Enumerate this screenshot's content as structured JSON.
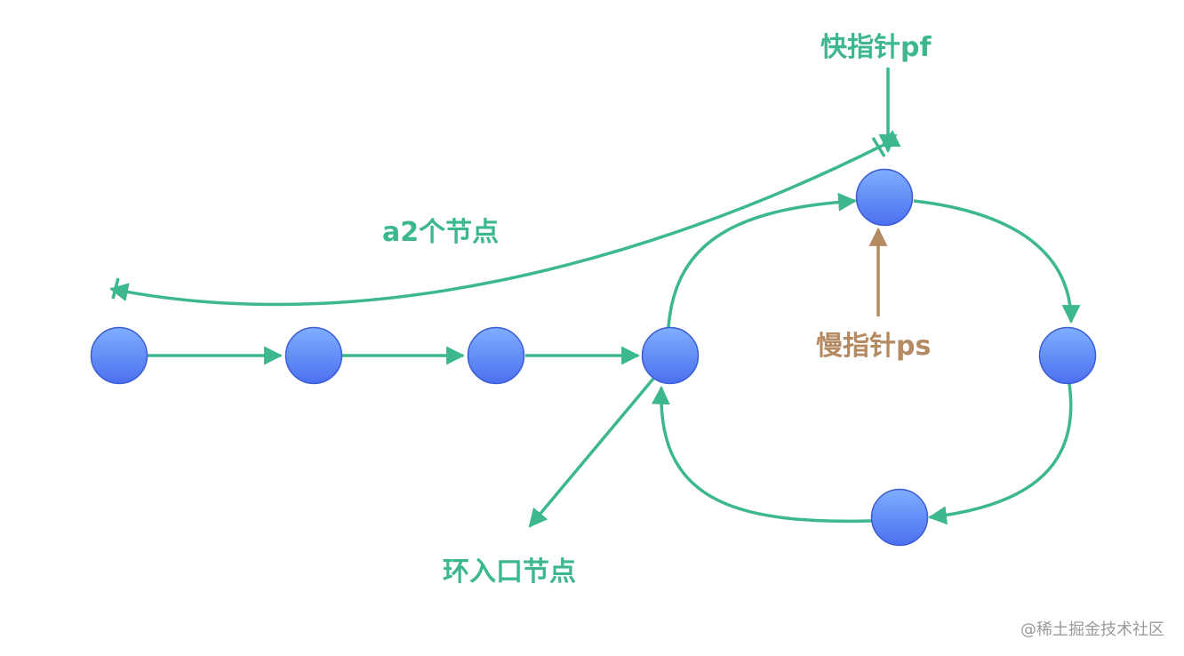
{
  "labels": {
    "fast_pointer": "快指针pf",
    "slow_pointer": "慢指针ps",
    "a2_nodes": "a2个节点",
    "cycle_entry": "环入口节点"
  },
  "watermark": "@稀土掘金技术社区",
  "colors": {
    "edge": "#3DB88C",
    "slow_pointer": "#B38A61",
    "node_fill_top": "#7FAEFF",
    "node_fill_bottom": "#4C6FEF",
    "node_stroke": "#3A5BD4"
  }
}
